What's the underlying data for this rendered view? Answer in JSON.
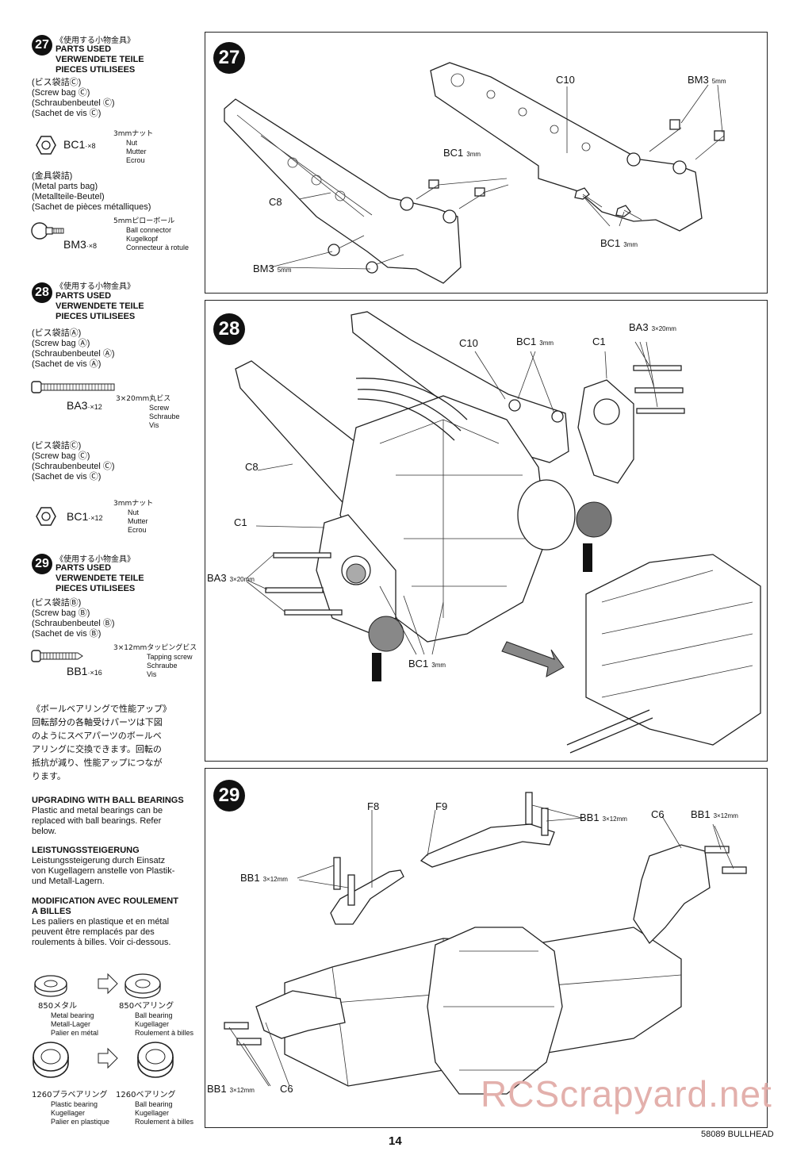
{
  "sidebar": {
    "s27": {
      "num": "27",
      "jp_title": "《使用する小物金具》",
      "en": "PARTS USED",
      "de": "VERWENDETE TEILE",
      "fr": "PIECES UTILISEES",
      "bag1": [
        "(ビス袋詰Ⓒ)",
        "(Screw bag Ⓒ)",
        "(Schraubenbeutel Ⓒ)",
        "(Sachet de vis Ⓒ)"
      ],
      "bc1": {
        "code": "BC1",
        "qty": "·×8",
        "size": "3mmナット",
        "desc": [
          "Nut",
          "Mutter",
          "Ecrou"
        ]
      },
      "bag2": [
        "(金具袋詰)",
        "(Metal parts bag)",
        "(Metallteile-Beutel)",
        "(Sachet de pièces métalliques)"
      ],
      "bm3": {
        "code": "BM3",
        "qty": "·×8",
        "size": "5mmピローボール",
        "desc": [
          "Ball connector",
          "Kugelkopf",
          "Connecteur à rotule"
        ]
      }
    },
    "s28": {
      "num": "28",
      "jp_title": "《使用する小物金具》",
      "en": "PARTS USED",
      "de": "VERWENDETE TEILE",
      "fr": "PIECES UTILISEES",
      "bag1": [
        "(ビス袋詰Ⓐ)",
        "(Screw bag Ⓐ)",
        "(Schraubenbeutel Ⓐ)",
        "(Sachet de vis Ⓐ)"
      ],
      "ba3": {
        "code": "BA3",
        "qty": "·×12",
        "size": "3×20mm丸ビス",
        "desc": [
          "Screw",
          "Schraube",
          "Vis"
        ]
      },
      "bag2": [
        "(ビス袋詰Ⓒ)",
        "(Screw bag Ⓒ)",
        "(Schraubenbeutel Ⓒ)",
        "(Sachet de vis Ⓒ)"
      ],
      "bc1": {
        "code": "BC1",
        "qty": "·×12",
        "size": "3mmナット",
        "desc": [
          "Nut",
          "Mutter",
          "Ecrou"
        ]
      }
    },
    "s29": {
      "num": "29",
      "jp_title": "《使用する小物金具》",
      "en": "PARTS USED",
      "de": "VERWENDETE TEILE",
      "fr": "PIECES UTILISEES",
      "bag1": [
        "(ビス袋詰Ⓑ)",
        "(Screw bag Ⓑ)",
        "(Schraubenbeutel Ⓑ)",
        "(Sachet de vis Ⓑ)"
      ],
      "bb1": {
        "code": "BB1",
        "qty": "·×16",
        "size": "3×12mmタッピングビス",
        "desc": [
          "Tapping screw",
          "Schraube",
          "Vis"
        ]
      }
    },
    "jp_note": [
      "《ボールベアリングで性能アップ》",
      "回転部分の各軸受けパーツは下図",
      "のようにスベアパーツのボールベ",
      "アリングに交換できます。回転の",
      "抵抗が減り、性能アップにつなが",
      "ります。"
    ],
    "en_title": "UPGRADING WITH BALL BEARINGS",
    "en_text": [
      "Plastic and metal bearings can be",
      "replaced with ball bearings. Refer",
      "below."
    ],
    "de_title": "LEISTUNGSSTEIGERUNG",
    "de_text": [
      "Leistungssteigerung durch Einsatz",
      "von Kugellagern anstelle von Plastik-",
      "und Metall-Lagern."
    ],
    "fr_title": [
      "MODIFICATION AVEC ROULEMENT",
      "A BILLES"
    ],
    "fr_text": [
      "Les paliers en plastique et en métal",
      "peuvent être remplacés par des",
      "roulements à billes. Voir ci-dessous."
    ],
    "bearing1": {
      "from_code": "850メタル",
      "to_code": "850ベアリング",
      "from_desc": [
        "Metal bearing",
        "Metall-Lager",
        "Palier en métal"
      ],
      "to_desc": [
        "Ball bearing",
        "Kugellager",
        "Roulement à billes"
      ]
    },
    "bearing2": {
      "from_code": "1260プラベアリング",
      "to_code": "1260ベアリング",
      "from_desc": [
        "Plastic bearing",
        "Kugellager",
        "Palier en plastique"
      ],
      "to_desc": [
        "Ball bearing",
        "Kugellager",
        "Roulement à billes"
      ]
    }
  },
  "panels": {
    "p27": {
      "num": "27",
      "c10": "C10",
      "bm3_top": "BM3",
      "bm3_top_size": "5mm",
      "bc1_mid": "BC1",
      "bc1_mid_size": "3mm",
      "c8": "C8",
      "bc1_low": "BC1",
      "bc1_low_size": "3mm",
      "bm3_low": "BM3",
      "bm3_low_size": "5mm"
    },
    "p28": {
      "num": "28",
      "c10": "C10",
      "bc1": "BC1",
      "bc1_size": "3mm",
      "c1_top": "C1",
      "ba3_top": "BA3",
      "ba3_top_size": "3×20mm",
      "c8": "C8",
      "c1_left": "C1",
      "ba3_left": "BA3",
      "ba3_left_size": "3×20mm",
      "bc1_low": "BC1",
      "bc1_low_size": "3mm"
    },
    "p29": {
      "num": "29",
      "f8": "F8",
      "f9": "F9",
      "bb1_top": "BB1",
      "bb1_top_size": "3×12mm",
      "c6_top": "C6",
      "bb1_right": "BB1",
      "bb1_right_size": "3×12mm",
      "bb1_left": "BB1",
      "bb1_left_size": "3×12mm",
      "bb1_low": "BB1",
      "bb1_low_size": "3×12mm",
      "c6_low": "C6"
    }
  },
  "footer": {
    "page": "14",
    "model": "58089 BULLHEAD",
    "watermark": "RCScrapyard.net"
  }
}
